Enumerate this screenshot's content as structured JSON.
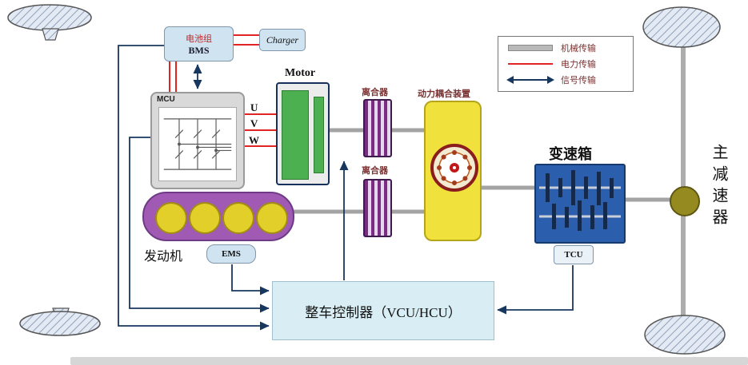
{
  "diagram": {
    "battery": {
      "line1": "电池组",
      "line2": "BMS"
    },
    "charger": {
      "label": "Charger"
    },
    "mcu": {
      "label": "MCU"
    },
    "motor": {
      "label": "Motor"
    },
    "phases": {
      "u": "U",
      "v": "V",
      "w": "W"
    },
    "clutch_upper": {
      "label": "离合器"
    },
    "clutch_lower": {
      "label": "离合器"
    },
    "coupling": {
      "label": "动力耦合装置"
    },
    "gearbox": {
      "label": "变速箱"
    },
    "tcu": {
      "label": "TCU"
    },
    "engine": {
      "label": "发动机"
    },
    "ems": {
      "label": "EMS"
    },
    "vcu": {
      "label": "整车控制器（VCU/HCU）"
    },
    "final_drive": {
      "label": "主减速器"
    },
    "legend": {
      "items": [
        {
          "label": "机械传输",
          "type": "mechanical"
        },
        {
          "label": "电力传输",
          "type": "electrical"
        },
        {
          "label": "信号传输",
          "type": "signal"
        }
      ]
    },
    "colors": {
      "mechanical": "#a3a3a3",
      "electrical": "#e02424",
      "signal": "#17375e",
      "motor_green": "#4caf50",
      "engine_purple": "#a05ab4",
      "cylinder_yellow": "#e3cf2a",
      "coupling_yellow": "#f0e13c",
      "gearbox_blue": "#2b5fae",
      "clutch_purple": "#7b2c83",
      "final_drive_olive": "#958a1f",
      "control_box_blue": "#cfe3f1"
    }
  }
}
